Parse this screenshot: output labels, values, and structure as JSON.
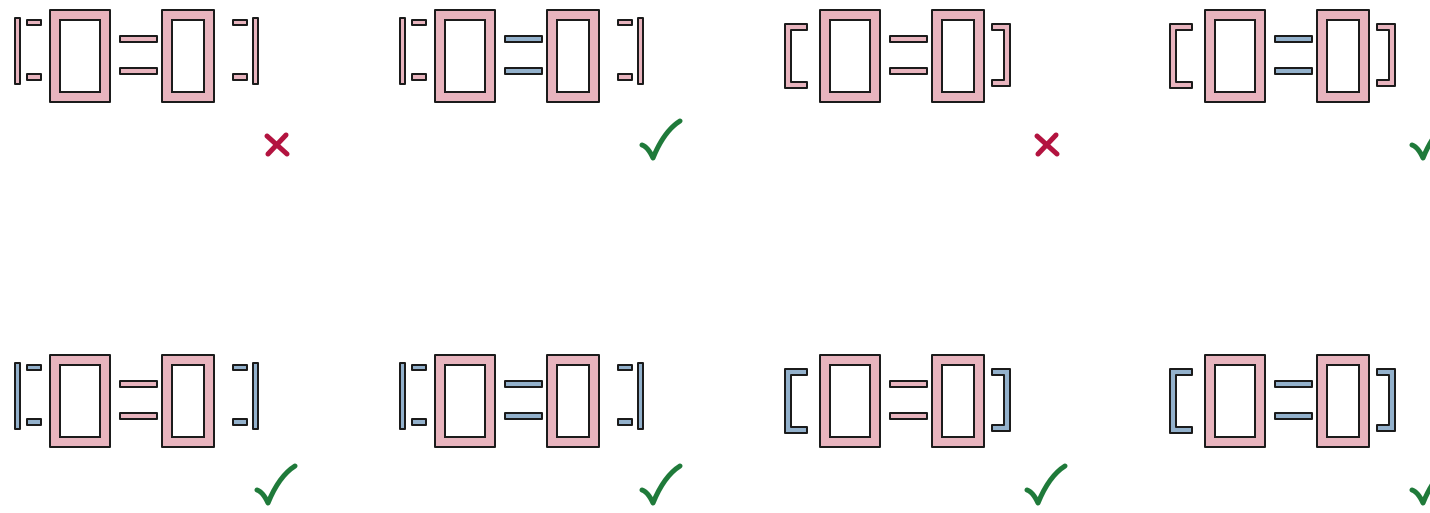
{
  "colors": {
    "pink": "#e8b4be",
    "blue": "#93b1cc",
    "stroke": "#1b1b1b",
    "cross": "#b3133f",
    "check": "#1f7a3a"
  },
  "panels": [
    {
      "variant": "bars",
      "frames": "pink",
      "middle": "pink",
      "outer": "pink",
      "verdict": "cross"
    },
    {
      "variant": "bars",
      "frames": "pink",
      "middle": "blue",
      "outer": "pink",
      "verdict": "check"
    },
    {
      "variant": "brackets",
      "frames": "pink",
      "middle": "pink",
      "outer": "pink",
      "verdict": "cross"
    },
    {
      "variant": "brackets",
      "frames": "pink",
      "middle": "blue",
      "outer": "pink",
      "verdict": "check"
    },
    {
      "variant": "bars",
      "frames": "pink",
      "middle": "pink",
      "outer": "blue",
      "verdict": "check"
    },
    {
      "variant": "bars",
      "frames": "pink",
      "middle": "blue",
      "outer": "blue",
      "verdict": "check"
    },
    {
      "variant": "brackets",
      "frames": "pink",
      "middle": "pink",
      "outer": "blue",
      "verdict": "check"
    },
    {
      "variant": "brackets",
      "frames": "pink",
      "middle": "blue",
      "outer": "blue",
      "verdict": "check"
    }
  ]
}
